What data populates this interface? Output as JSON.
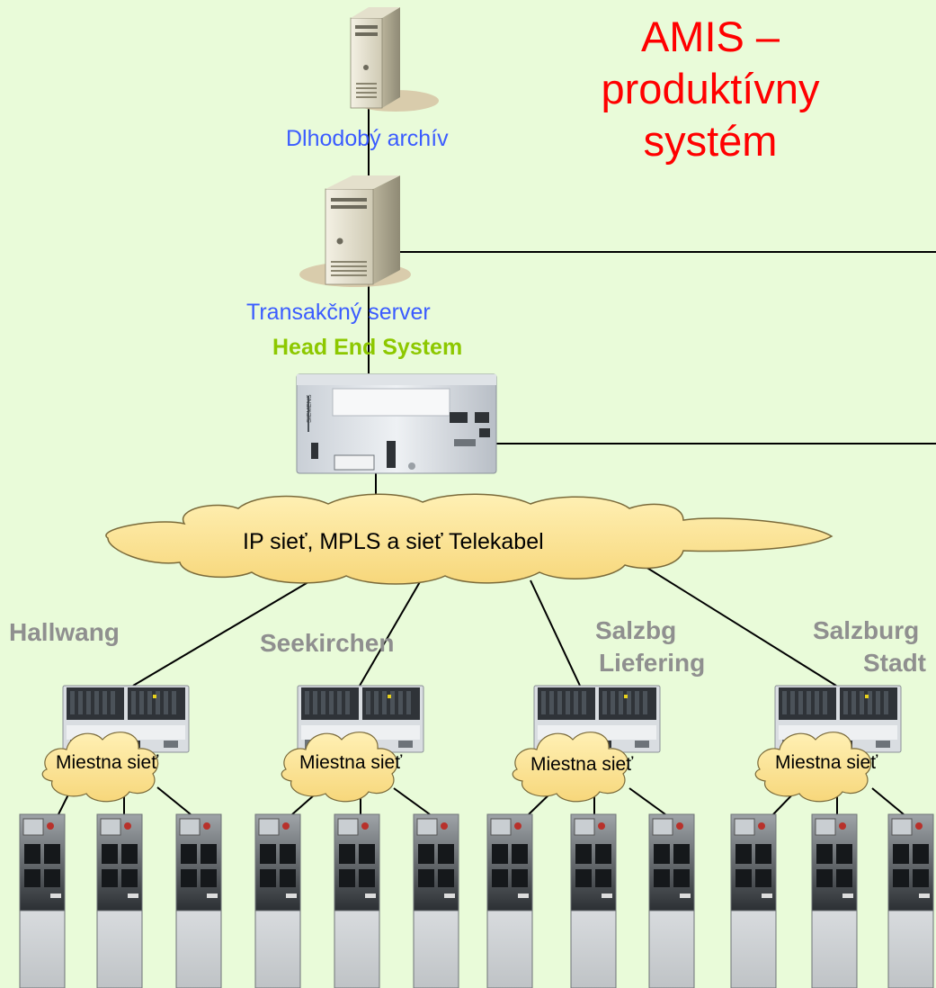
{
  "title": {
    "line1": "AMIS –",
    "line2": "produktívny",
    "line3": "systém"
  },
  "servers": {
    "archive_label": "Dlhodobý archív",
    "transaction_label": "Transakčný server"
  },
  "head_end": {
    "label": "Head End System",
    "device_brand": "SIEMENS"
  },
  "backbone": {
    "label": "IP sieť, MPLS a sieť Telekabel"
  },
  "stations": [
    {
      "name_line1": "Hallwang",
      "name_line2": "",
      "local_net": "Miestna sieť"
    },
    {
      "name_line1": "Seekirchen",
      "name_line2": "",
      "local_net": "Miestna sieť"
    },
    {
      "name_line1": "Salzbg",
      "name_line2": "Liefering",
      "local_net": "Miestna sieť"
    },
    {
      "name_line1": "Salzburg",
      "name_line2": "Stadt",
      "local_net": "Miestna sieť"
    }
  ],
  "colors": {
    "background": "#e9fbd9",
    "title": "#ff0000",
    "server_label": "#3b5cff",
    "head_end_label": "#8dc800",
    "station_label": "#8f8f8f",
    "cloud_fill": "#fde59a"
  },
  "icons": [
    "server-tower-icon",
    "siemens-rack-icon",
    "concentrator-icon",
    "smart-meter-icon",
    "cloud-icon"
  ]
}
